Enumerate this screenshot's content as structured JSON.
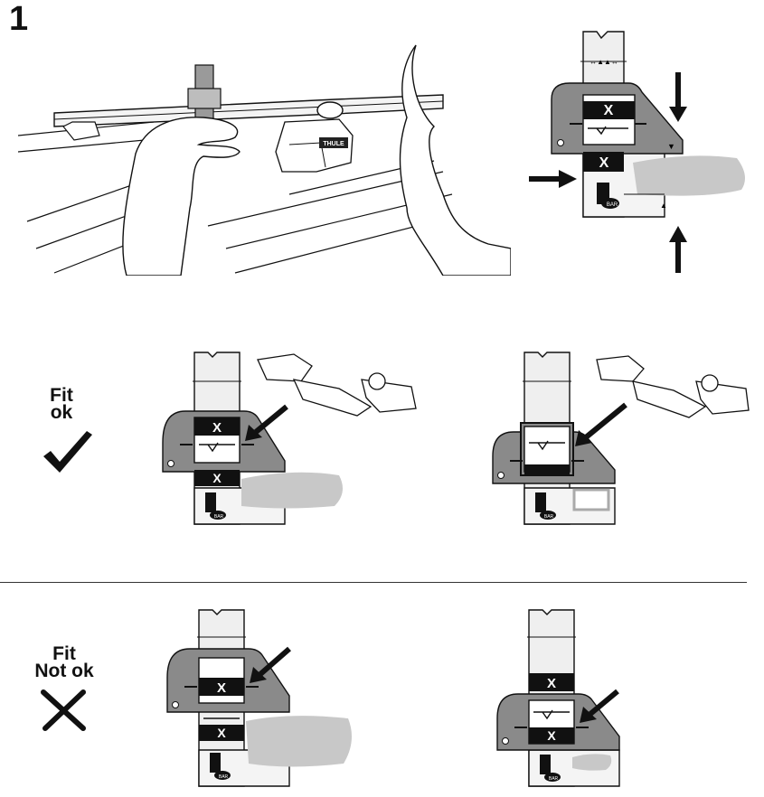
{
  "step": {
    "number": "1"
  },
  "fit_ok": {
    "line1": "Fit",
    "line2": "ok"
  },
  "fit_not_ok": {
    "line1": "Fit",
    "line2": "Not ok"
  },
  "brand": {
    "logo_text": "THULE"
  },
  "tool": {
    "bar_badge": "BAR",
    "window_mark": "X"
  },
  "icons": {
    "fit_ok": "checkmark-icon",
    "fit_not_ok": "cross-icon",
    "direction": "arrow-icon"
  },
  "colors": {
    "tool_dark": "#8a8a8a",
    "shadow": "#c8c8c8",
    "ink": "#111111"
  }
}
